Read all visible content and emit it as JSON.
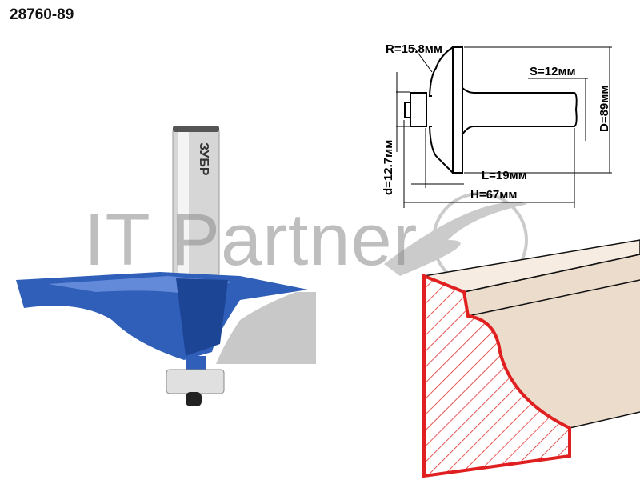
{
  "title": "28760-89",
  "watermark": "IT Partner",
  "brand": "ЗУБР",
  "dimensions": {
    "radius": "R=15.8мм",
    "shank": "S=12мм",
    "diameter": "D=89мм",
    "bearing": "d=12.7мм",
    "cut_length": "L=19мм",
    "total_length": "H=67мм"
  },
  "colors": {
    "cutter_blue": "#2f5fb8",
    "profile_red": "#e02020",
    "wood": "#ecdccc"
  }
}
